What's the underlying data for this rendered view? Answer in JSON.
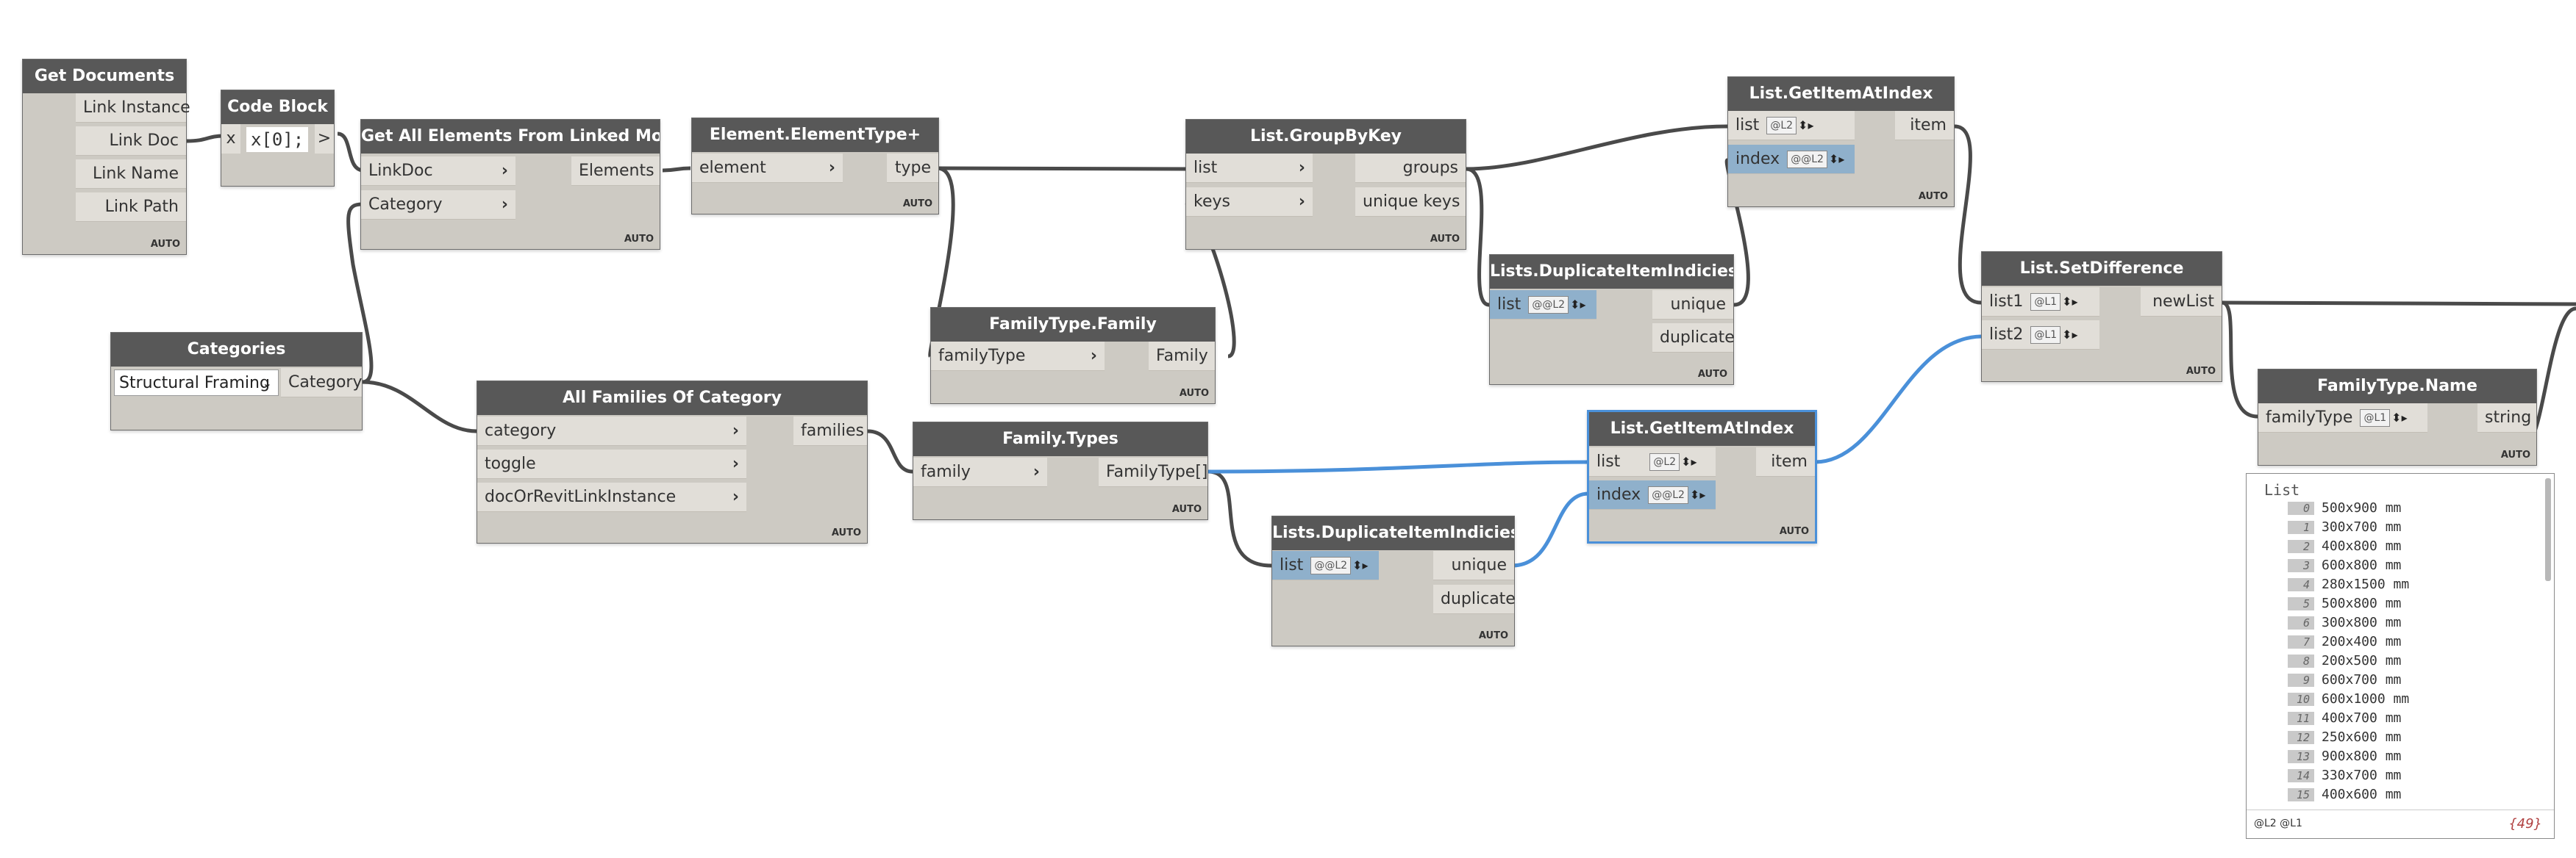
{
  "nodes": {
    "get_documents": {
      "title": "Get Documents",
      "outputs": [
        "Link Instance",
        "Link Doc",
        "Link Name",
        "Link Path"
      ],
      "auto": "AUTO"
    },
    "code_block": {
      "title": "Code Block",
      "left_glyph": "x",
      "code": "x[0];",
      "right_glyph": ">"
    },
    "get_all_elements": {
      "title": "Get All Elements From Linked Model",
      "inputs": [
        "LinkDoc",
        "Category"
      ],
      "output": "Elements",
      "auto": "AUTO"
    },
    "element_type": {
      "title": "Element.ElementType+",
      "input": "element",
      "output": "type",
      "auto": "AUTO"
    },
    "categories": {
      "title": "Categories",
      "selected": "Structural Framing",
      "output": "Category"
    },
    "all_families": {
      "title": "All Families Of Category",
      "inputs": [
        "category",
        "toggle",
        "docOrRevitLinkInstance"
      ],
      "output": "families",
      "auto": "AUTO"
    },
    "familytype_family": {
      "title": "FamilyType.Family",
      "input": "familyType",
      "output": "Family",
      "auto": "AUTO"
    },
    "family_types": {
      "title": "Family.Types",
      "input": "family",
      "output": "FamilyType[]",
      "auto": "AUTO"
    },
    "group_by_key": {
      "title": "List.GroupByKey",
      "inputs": [
        "list",
        "keys"
      ],
      "outputs": [
        "groups",
        "unique keys"
      ],
      "auto": "AUTO"
    },
    "dup_indicies_1": {
      "title": "Lists.DuplicateItemIndicies",
      "input": "list",
      "lace": "@@L2",
      "outputs": [
        "unique",
        "duplicate"
      ],
      "auto": "AUTO"
    },
    "dup_indicies_2": {
      "title": "Lists.DuplicateItemIndicies",
      "input": "list",
      "lace": "@@L2",
      "outputs": [
        "unique",
        "duplicate"
      ],
      "auto": "AUTO"
    },
    "get_item_1": {
      "title": "List.GetItemAtIndex",
      "inputs": [
        "list",
        "index"
      ],
      "laces": [
        "@L2",
        "@@L2"
      ],
      "output": "item",
      "auto": "AUTO"
    },
    "get_item_2": {
      "title": "List.GetItemAtIndex",
      "inputs": [
        "list",
        "index"
      ],
      "laces": [
        "@L2",
        "@@L2"
      ],
      "output": "item",
      "auto": "AUTO"
    },
    "set_difference": {
      "title": "List.SetDifference",
      "inputs": [
        "list1",
        "list2"
      ],
      "laces": [
        "@L1",
        "@L1"
      ],
      "output": "newList",
      "auto": "AUTO"
    },
    "familytype_name": {
      "title": "FamilyType.Name",
      "input": "familyType",
      "lace": "@L1",
      "output": "string",
      "auto": "AUTO"
    }
  },
  "watch": {
    "title": "List",
    "items": [
      {
        "i": "0",
        "v": "500x900 mm"
      },
      {
        "i": "1",
        "v": "300x700 mm"
      },
      {
        "i": "2",
        "v": "400x800 mm"
      },
      {
        "i": "3",
        "v": "600x800 mm"
      },
      {
        "i": "4",
        "v": "280x1500 mm"
      },
      {
        "i": "5",
        "v": "500x800 mm"
      },
      {
        "i": "6",
        "v": "300x800 mm"
      },
      {
        "i": "7",
        "v": "200x400 mm"
      },
      {
        "i": "8",
        "v": "200x500 mm"
      },
      {
        "i": "9",
        "v": "600x700 mm"
      },
      {
        "i": "10",
        "v": "600x1000 mm"
      },
      {
        "i": "11",
        "v": "400x700 mm"
      },
      {
        "i": "12",
        "v": "250x600 mm"
      },
      {
        "i": "13",
        "v": "900x800 mm"
      },
      {
        "i": "14",
        "v": "330x700 mm"
      },
      {
        "i": "15",
        "v": "400x600 mm"
      }
    ],
    "footer_levels": "@L2 @L1",
    "count": "{49}"
  },
  "colors": {
    "node_header": "#585858",
    "node_body": "#cdcac3",
    "wire": "#4a4a4a",
    "wire_selected": "#4a90d9",
    "selection_border": "#4a90d9"
  }
}
